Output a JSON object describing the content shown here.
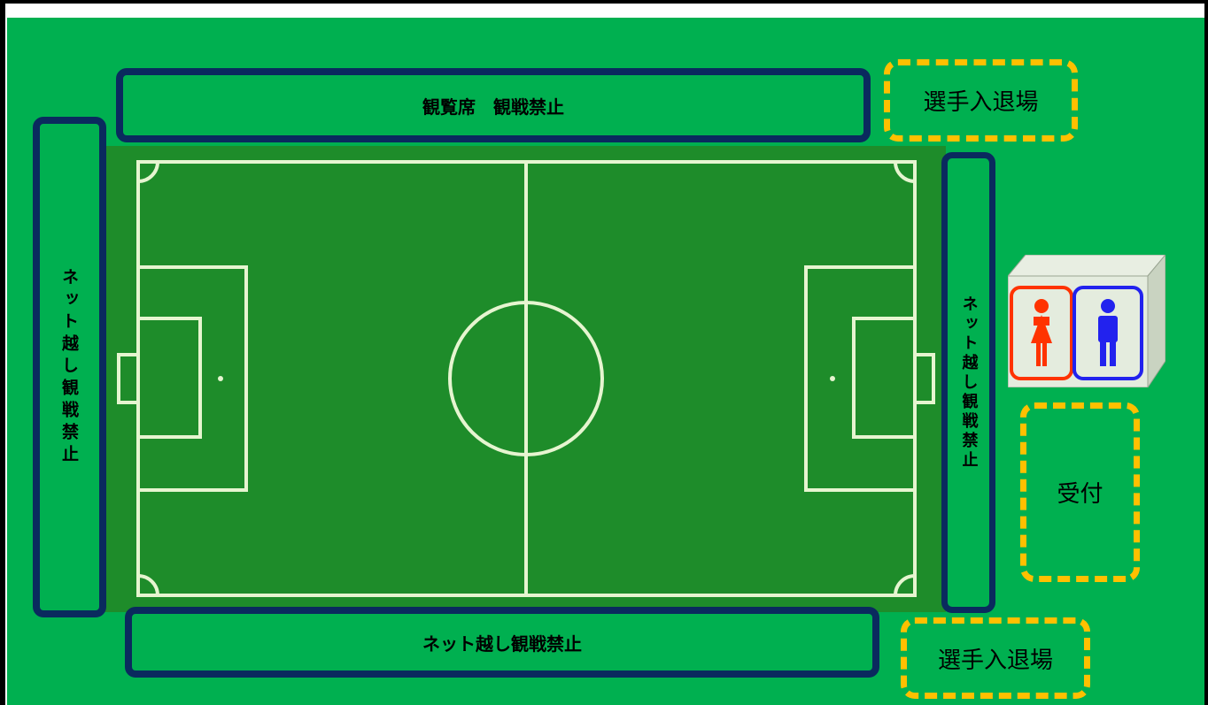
{
  "top_zone_label": "観覧席　観戦禁止",
  "bottom_zone_label": "ネット越し観戦禁止",
  "left_zone_label": "ネット越し観戦禁止",
  "right_zone_label": "ネット越し観戦禁止",
  "entrance_top_label": "選手入退場",
  "entrance_bottom_label": "選手入退場",
  "reception_label": "受付",
  "colors": {
    "background": "#00b050",
    "pitch": "#1e8c2a",
    "zone_border": "#0a2a5e",
    "dashed_border": "#ffc000",
    "female_sign": "#ff3300",
    "male_sign": "#2222ee"
  },
  "icons": [
    "female-restroom-icon",
    "male-restroom-icon"
  ]
}
